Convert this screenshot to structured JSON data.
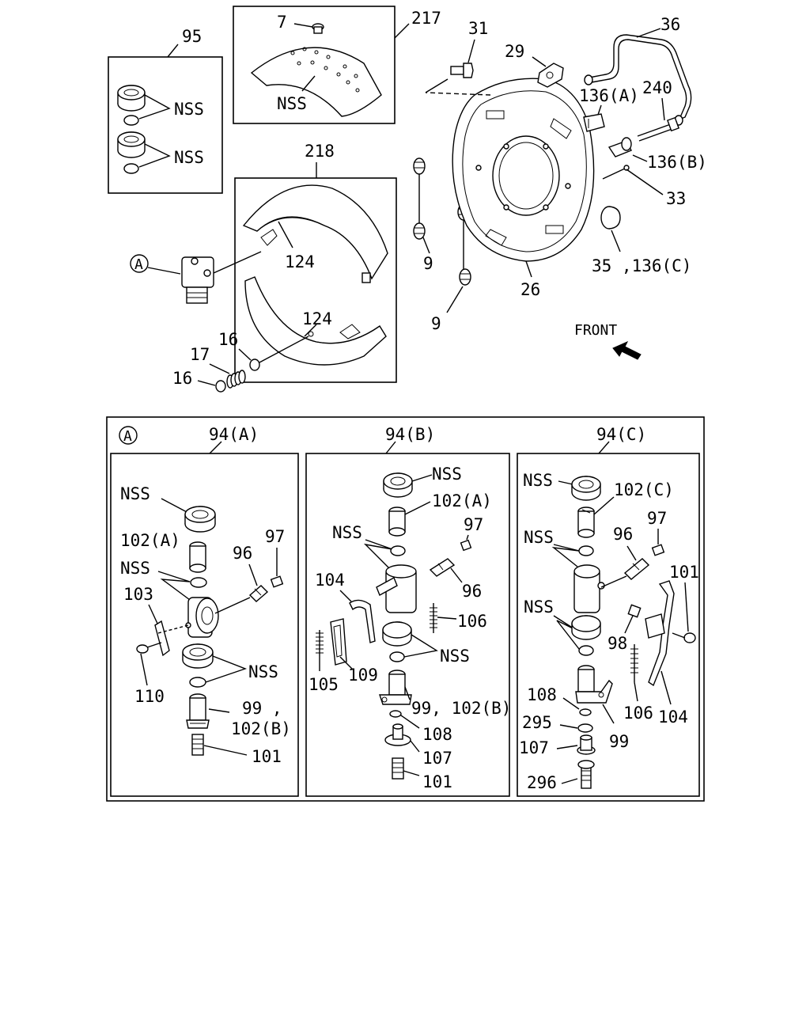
{
  "top": {
    "labels": {
      "kit95": "95",
      "nss1": "NSS",
      "nss2": "NSS",
      "kit217": "217",
      "rivet7": "7",
      "lining_nss": "NSS",
      "p218": "218",
      "p124a": "124",
      "p124b": "124",
      "p31": "31",
      "p29": "29",
      "p36": "36",
      "p136a": "136(A)",
      "p240": "240",
      "p136b": "136(B)",
      "p33": "33",
      "p35": "35 ,136(C)",
      "p26": "26",
      "p9a": "9",
      "p9b": "9",
      "p16a": "16",
      "p17": "17",
      "p16b": "16",
      "callout_a": "A",
      "front": "FRONT"
    }
  },
  "detail": {
    "callout_a": "A",
    "panel_a": {
      "title": "94(A)",
      "nss_top": "NSS",
      "p102a": "102(A)",
      "nss_mid": "NSS",
      "p103": "103",
      "p96": "96",
      "p97": "97",
      "p110": "110",
      "nss_low": "NSS",
      "p99": "99 ,",
      "p102b": "102(B)",
      "p101": "101"
    },
    "panel_b": {
      "title": "94(B)",
      "nss_top": "NSS",
      "p102a": "102(A)",
      "nss_mid": "NSS",
      "p97": "97",
      "p104": "104",
      "p96": "96",
      "p106": "106",
      "nss_low": "NSS",
      "p105": "105",
      "p109": "109",
      "p99": "99, 102(B)",
      "p108": "108",
      "p107": "107",
      "p101": "101"
    },
    "panel_c": {
      "title": "94(C)",
      "nss_top": "NSS",
      "p102c": "102(C)",
      "nss_mid": "NSS",
      "p96": "96",
      "p97": "97",
      "p101": "101",
      "nss_low": "NSS",
      "p98": "98",
      "p106": "106",
      "p104": "104",
      "p108": "108",
      "p295": "295",
      "p99": "99",
      "p107": "107",
      "p296": "296"
    }
  }
}
